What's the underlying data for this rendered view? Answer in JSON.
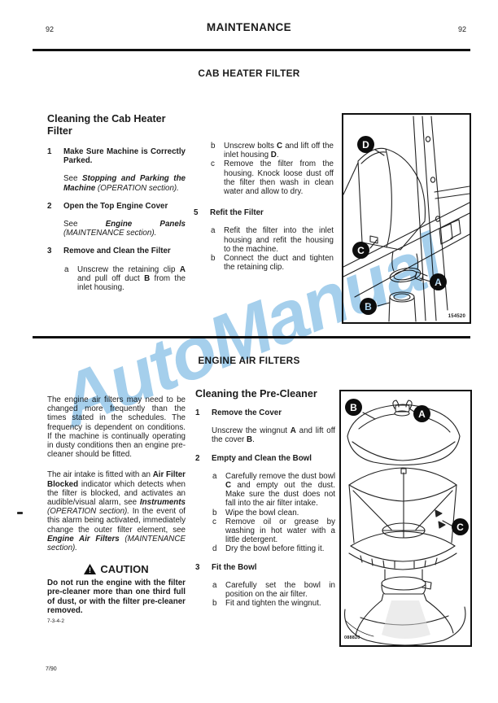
{
  "colors": {
    "watermark": "#a5cfec",
    "ink": "#1b1b1b"
  },
  "header": {
    "page_left": "92",
    "title": "MAINTENANCE",
    "page_right": "92"
  },
  "footer": {
    "ref": "7/90"
  },
  "watermark": {
    "text": "AutoManual"
  },
  "section1": {
    "title": "CAB HEATER FILTER",
    "left": {
      "heading": "Cleaning the Cab Heater Filter",
      "step1": {
        "n": "1",
        "title": "Make Sure Machine is Correctly Parked.",
        "see": [
          {
            "t": "See ",
            "f": ""
          },
          {
            "t": "Stopping and Parking the Machine",
            "f": "bi"
          },
          {
            "t": " (OPERATION section).",
            "f": "i"
          }
        ]
      },
      "step2": {
        "n": "2",
        "title": "Open the Top Engine Cover",
        "see": [
          {
            "t": "See ",
            "f": ""
          },
          {
            "t": "Engine Panels",
            "f": "bi"
          },
          {
            "t": " (MAINTENANCE section).",
            "f": "i"
          }
        ]
      },
      "step3": {
        "n": "3",
        "title": "Remove and Clean the Filter",
        "a": {
          "n": "a",
          "runs": [
            {
              "t": "Unscrew the retaining clip ",
              "f": ""
            },
            {
              "t": "A",
              "f": "b"
            },
            {
              "t": " and pull off duct ",
              "f": ""
            },
            {
              "t": "B",
              "f": "b"
            },
            {
              "t": " from the inlet housing.",
              "f": ""
            }
          ]
        }
      }
    },
    "mid": {
      "b": {
        "n": "b",
        "runs": [
          {
            "t": "Unscrew bolts ",
            "f": ""
          },
          {
            "t": "C",
            "f": "b"
          },
          {
            "t": " and lift off the inlet housing ",
            "f": ""
          },
          {
            "t": "D",
            "f": "b"
          },
          {
            "t": ".",
            "f": ""
          }
        ]
      },
      "c": {
        "n": "c",
        "runs": [
          {
            "t": "Remove the filter from the housing. Knock loose dust off the filter then wash in clean water and allow to dry.",
            "f": ""
          }
        ]
      },
      "step5": {
        "n": "5",
        "title": "Refit the Filter",
        "a": {
          "n": "a",
          "runs": [
            {
              "t": "Refit the filter into the inlet housing and refit the housing to the machine.",
              "f": ""
            }
          ]
        },
        "b": {
          "n": "b",
          "runs": [
            {
              "t": "Connect the duct and tighten the retaining clip.",
              "f": ""
            }
          ]
        }
      }
    },
    "figure": {
      "number": "154520",
      "labels": {
        "d": "D",
        "c": "C",
        "a": "A",
        "b": "B"
      }
    }
  },
  "section2": {
    "title": "ENGINE AIR FILTERS",
    "left": {
      "para1": [
        {
          "t": "The engine air filters may need to be changed more frequently than the times stated in the schedules. The frequency is dependent on conditions. If the machine is continually operating in dusty conditions then an engine pre-cleaner should be fitted.",
          "f": ""
        }
      ],
      "para2": [
        {
          "t": "The air intake is fitted with an ",
          "f": ""
        },
        {
          "t": "Air Filter Blocked",
          "f": "b"
        },
        {
          "t": " indicator which detects when the filter is blocked, and activates an audible/visual alarm, see ",
          "f": ""
        },
        {
          "t": "Instruments",
          "f": "bi"
        },
        {
          "t": " (OPERATION section).",
          "f": "i"
        },
        {
          "t": " In the event of this alarm being activated, immediately change the outer filter element, see ",
          "f": ""
        },
        {
          "t": "Engine Air Filters",
          "f": "bi"
        },
        {
          "t": " (MAINTENANCE section).",
          "f": "i"
        }
      ],
      "caution": {
        "icon": "warning-triangle",
        "label": "CAUTION",
        "text": "Do not run the engine with the filter pre-cleaner more than one third full of dust, or with the filter pre-cleaner removed.",
        "code": "7-3-4-2"
      }
    },
    "mid": {
      "heading": "Cleaning the Pre-Cleaner",
      "step1": {
        "n": "1",
        "title": "Remove the Cover",
        "see": [
          {
            "t": "Unscrew the wingnut ",
            "f": ""
          },
          {
            "t": "A",
            "f": "b"
          },
          {
            "t": " and lift off the cover ",
            "f": ""
          },
          {
            "t": "B",
            "f": "b"
          },
          {
            "t": ".",
            "f": ""
          }
        ]
      },
      "step2": {
        "n": "2",
        "title": "Empty and Clean the Bowl",
        "a": {
          "n": "a",
          "runs": [
            {
              "t": "Carefully remove the dust bowl ",
              "f": ""
            },
            {
              "t": "C",
              "f": "b"
            },
            {
              "t": " and empty out the dust. Make sure the dust does not fall into the air filter intake.",
              "f": ""
            }
          ]
        },
        "b": {
          "n": "b",
          "runs": [
            {
              "t": "Wipe the bowl clean.",
              "f": ""
            }
          ]
        },
        "c": {
          "n": "c",
          "runs": [
            {
              "t": "Remove oil or grease by washing in hot water with a little detergent.",
              "f": ""
            }
          ]
        },
        "d": {
          "n": "d",
          "runs": [
            {
              "t": "Dry the bowl before fitting it.",
              "f": ""
            }
          ]
        }
      },
      "step3": {
        "n": "3",
        "title": "Fit the Bowl",
        "a": {
          "n": "a",
          "runs": [
            {
              "t": "Carefully set the bowl in position on the air filter.",
              "f": ""
            }
          ]
        },
        "b": {
          "n": "b",
          "runs": [
            {
              "t": "Fit and tighten the wingnut.",
              "f": ""
            }
          ]
        }
      }
    },
    "figure": {
      "number": "088820",
      "labels": {
        "b": "B",
        "a": "A",
        "c": "C"
      }
    }
  }
}
